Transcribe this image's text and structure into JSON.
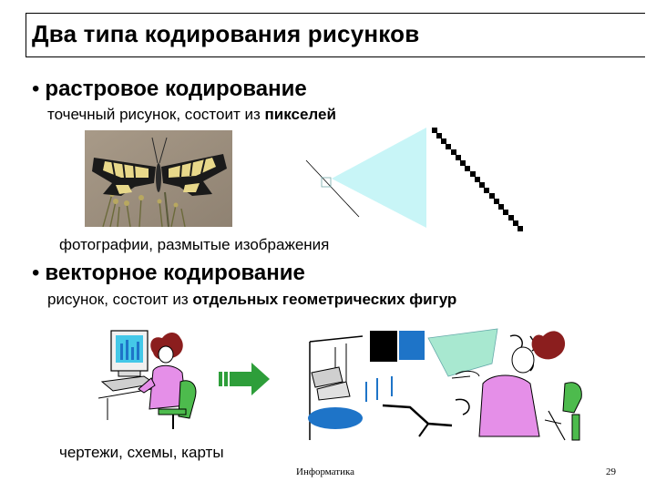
{
  "slide": {
    "title": "Два типа кодирования рисунков",
    "raster": {
      "bullet": "•",
      "heading": "растровое кодирование",
      "desc_prefix": "точечный рисунок, состоит из ",
      "desc_bold": "пикселей",
      "caption": "фотографии, размытые изображения"
    },
    "vector": {
      "bullet": "•",
      "heading": "векторное кодирование",
      "desc_prefix": "рисунок, состоит из ",
      "desc_bold": "отдельных геометрических фигур",
      "caption": "чертежи, схемы, карты"
    },
    "footer": {
      "subject": "Информатика",
      "page": "29"
    }
  },
  "colors": {
    "cyan_triangle": "#c8f5f7",
    "arrow_green": "#2e9e3a",
    "person_pink": "#e58fe8",
    "hair_brown": "#8b1e1e",
    "chair_green": "#4dbb4d",
    "screen_blue": "#1e74c8",
    "monitor_cyan": "#44c8e8"
  }
}
